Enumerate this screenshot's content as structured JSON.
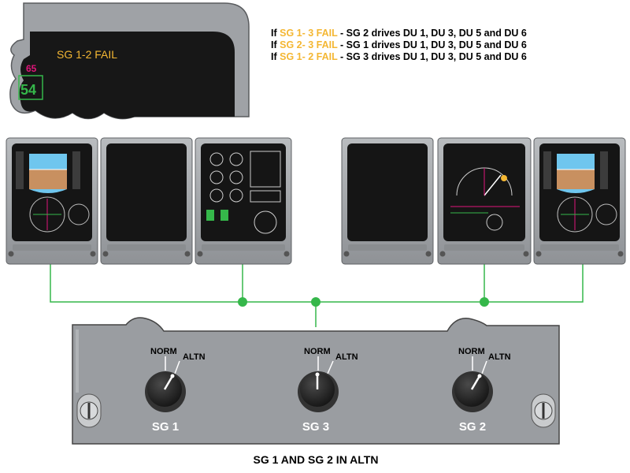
{
  "inset": {
    "fail_message": "SG 1-2 FAIL",
    "speed_top": "65",
    "speed_bottom": "54"
  },
  "notes": [
    {
      "prefix": "If ",
      "fail": "SG 1- 3 FAIL",
      "result": " - SG 2 drives DU 1, DU 3, DU 5 and DU 6"
    },
    {
      "prefix": "If ",
      "fail": "SG 2- 3 FAIL",
      "result": " - SG 1 drives DU 1, DU 3, DU 5 and DU 6"
    },
    {
      "prefix": "If ",
      "fail": "SG 1- 2 FAIL",
      "result": " - SG 3 drives DU 1, DU 3, DU 5 and DU 6"
    }
  ],
  "knobs": [
    {
      "id": "sg1",
      "label": "SG 1",
      "norm": "NORM",
      "altn": "ALTN",
      "position": "ALTN"
    },
    {
      "id": "sg3",
      "label": "SG 3",
      "norm": "NORM",
      "altn": "ALTN",
      "position": "NORM"
    },
    {
      "id": "sg2",
      "label": "SG 2",
      "norm": "NORM",
      "altn": "ALTN",
      "position": "ALTN"
    }
  ],
  "caption": "SG 1 AND SG 2 IN ALTN",
  "colors": {
    "fail_amber": "#f4b733",
    "bus_green": "#35b74a",
    "panel_gray": "#9a9da1",
    "screen_dark": "#151515",
    "knob_black": "#1c1c1c"
  }
}
